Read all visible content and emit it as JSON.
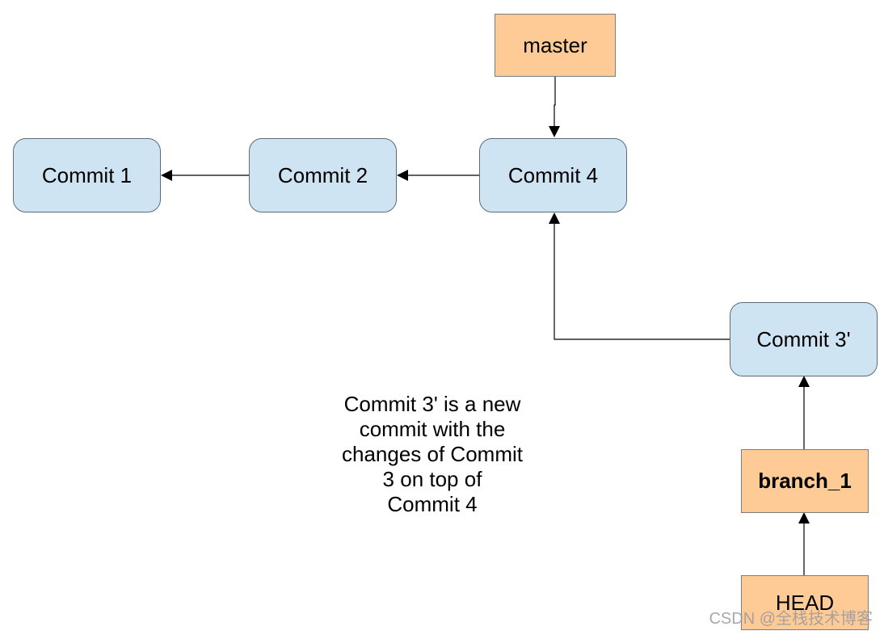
{
  "nodes": {
    "master": "master",
    "commit1": "Commit 1",
    "commit2": "Commit 2",
    "commit4": "Commit 4",
    "commit3p": "Commit 3'",
    "branch1": "branch_1",
    "head": "HEAD"
  },
  "note": {
    "lines": [
      "Commit 3' is a new",
      "commit with the",
      "changes of Commit",
      "3 on top of",
      "Commit 4"
    ]
  },
  "watermark": "CSDN @全栈技术博客",
  "colors": {
    "commit_fill": "#cfe4f2",
    "ref_fill": "#fecb96",
    "line": "#000000"
  }
}
